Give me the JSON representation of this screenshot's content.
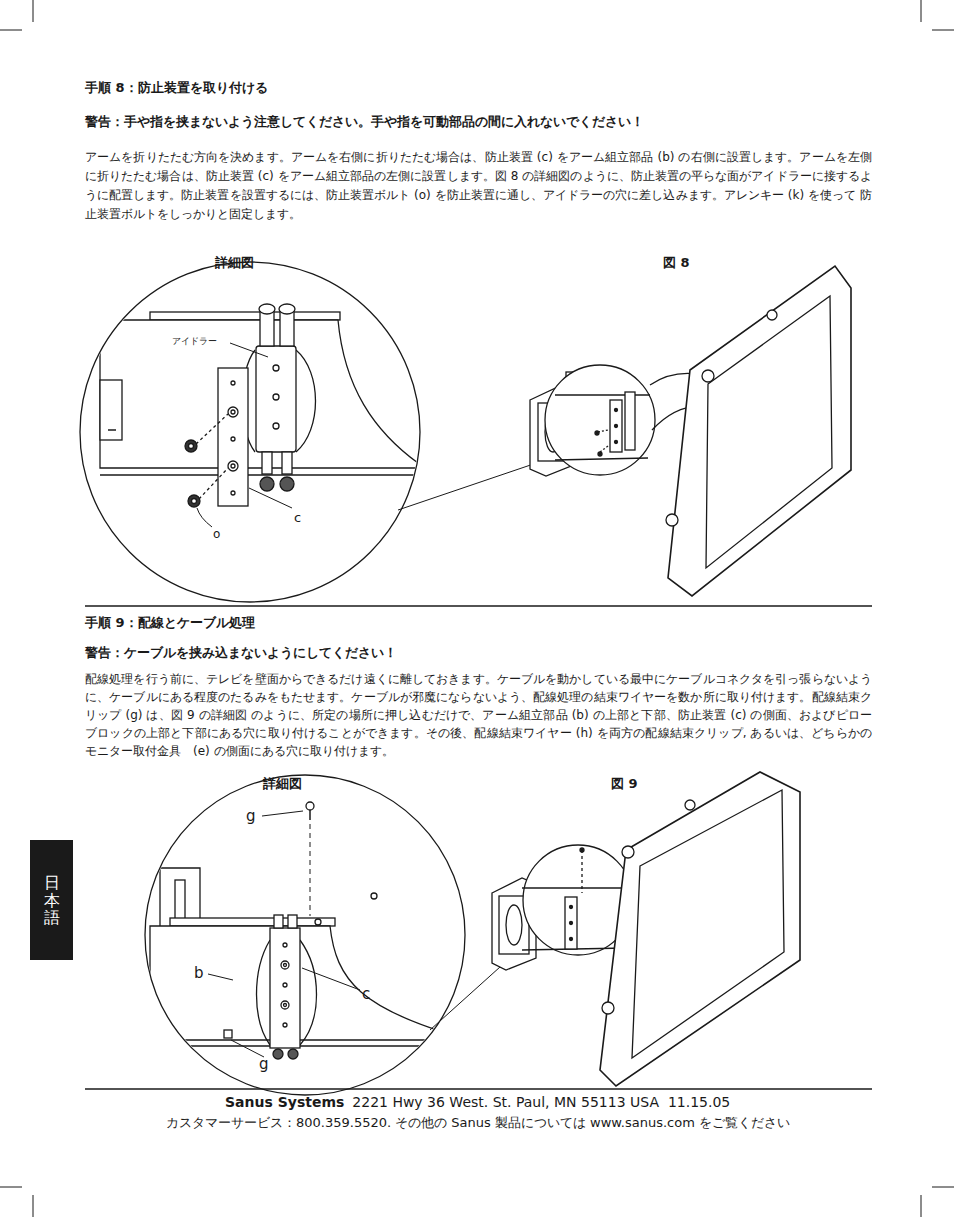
{
  "diagram": {
    "nodes": [
      {
        "text": [
          "日本語"
        ]
      }
    ],
    "labels": [
      "手順 8：防止装置を取り付ける",
      "警告：手や指を挟まないよう注意してください。手や指を可動部品の間に入れないでください！",
      "アームを折りたたむ方向を決めます。アームを右側に折りたたむ場合は、防止装置 (c) をアーム組立部品 (b) の右側に設置します。アームを左側に折りたたむ場合は、防止装置 (c) をアーム組立部品の左側に設置します。図 8 の詳細図のように、防止装置の平らな面がアイドラーに接するように配置します。防止装置を設置するには、防止装置ボルト (o) を防止装置に通し、アイドラーの穴に差し込みます。アレンキー (k) を使って 防止装置ボルトをしっかりと固定します。",
      "詳細図",
      "図 8",
      "アイドラー",
      "c",
      "o",
      "手順 9：配線とケーブル処理",
      "警告：ケーブルを挟み込まないようにしてください！",
      "配線処理を行う前に、テレビを壁面からできるだけ遠くに離しておきます。ケーブルを動かしている最中にケーブルコネクタを引っ張らないように、ケーブルにある程度のたるみをもたせます。ケーブルが邪魔にならないよう、配線処理の結束ワイヤーを数か所に取り付けます。配線結束クリップ (g) は、図 9 の詳細図 のように、所定の場所に押し込むだけで、アーム組立部品 (b) の上部と下部、防止装置 (c) の側面、およびピローブロックの上部と下部にある穴に取り付けることができます。その後、配線結束ワイヤー (h) を両方の配線結束クリップ, あるいは、どちらかのモニター取付金具　(e) の側面にある穴に取り付けます。",
      "詳細図",
      "図 9",
      "g",
      "b",
      "c",
      "g",
      "Sanus Systems",
      "2221 Hwy 36 West. St. Paul, MN 55113 USA  11.15.05",
      "カスタマーサービス：800.359.5520. その他の Sanus 製品については www.sanus.com をご覧ください"
    ]
  }
}
